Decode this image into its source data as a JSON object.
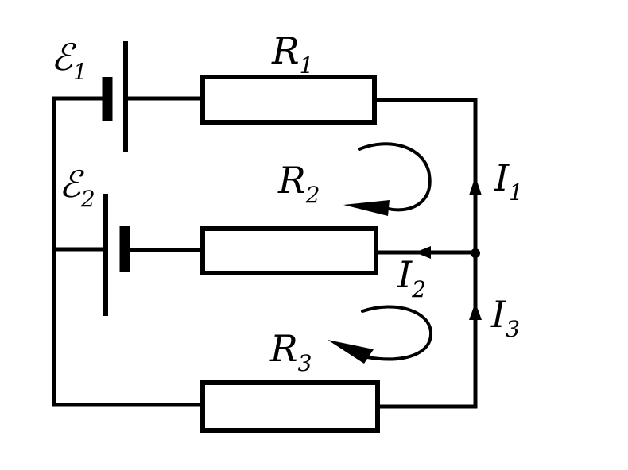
{
  "labels": {
    "emf1": {
      "main": "ℰ",
      "sub": "1"
    },
    "emf2": {
      "main": "ℰ",
      "sub": "2"
    },
    "r1": {
      "main": "R",
      "sub": "1"
    },
    "r2": {
      "main": "R",
      "sub": "2"
    },
    "r3": {
      "main": "R",
      "sub": "3"
    },
    "i1": {
      "main": "I",
      "sub": "1"
    },
    "i2": {
      "main": "I",
      "sub": "2"
    },
    "i3": {
      "main": "I",
      "sub": "3"
    }
  }
}
